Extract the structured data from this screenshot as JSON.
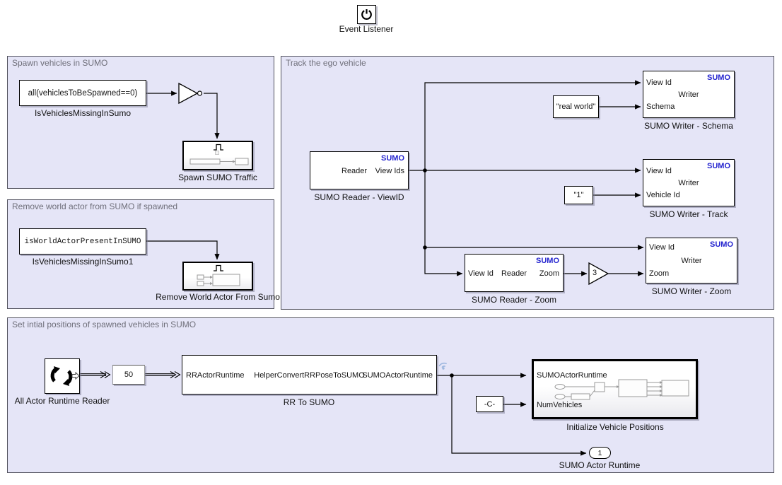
{
  "event_listener": {
    "label": "Event Listener"
  },
  "areas": {
    "spawn": {
      "title": "Spawn vehicles in SUMO"
    },
    "remove": {
      "title": "Remove world actor from SUMO if spawned"
    },
    "track": {
      "title": "Track the ego vehicle"
    },
    "init": {
      "title": "Set intial positions of spawned vehicles in SUMO"
    }
  },
  "blocks": {
    "is_missing": {
      "text": "all(vehiclesToBeSpawned==0)",
      "label": "IsVehiclesMissingInSumo"
    },
    "spawn_traffic": {
      "label": "Spawn SUMO Traffic"
    },
    "is_world": {
      "text": "isWorldActorPresentInSUMO",
      "label": "IsVehiclesMissingInSumo1"
    },
    "remove_world": {
      "label": "Remove World Actor From Sumo"
    },
    "reader_viewid": {
      "tag": "SUMO",
      "name": "Reader",
      "out": "View Ids",
      "label": "SUMO Reader - ViewID"
    },
    "real_world": {
      "text": "\"real world\""
    },
    "writer_schema": {
      "tag": "SUMO",
      "name": "Writer",
      "in1": "View Id",
      "in2": "Schema",
      "label": "SUMO Writer - Schema"
    },
    "one": {
      "text": "\"1\""
    },
    "writer_track": {
      "tag": "SUMO",
      "name": "Writer",
      "in1": "View Id",
      "in2": "Vehicle Id",
      "label": "SUMO Writer - Track"
    },
    "reader_zoom": {
      "tag": "SUMO",
      "name": "Reader",
      "in1": "View Id",
      "out": "Zoom",
      "label": "SUMO Reader - Zoom"
    },
    "gain": {
      "value": "3"
    },
    "writer_zoom": {
      "tag": "SUMO",
      "name": "Writer",
      "in1": "View Id",
      "in2": "Zoom",
      "label": "SUMO Writer - Zoom"
    },
    "actor_reader": {
      "label": "All Actor Runtime Reader"
    },
    "rate": {
      "value": "50"
    },
    "rr_to_sumo": {
      "in1": "RRActorRuntime",
      "name": "HelperConvertRRPoseToSUMO",
      "out": "SUMOActorRuntime",
      "label": "RR To SUMO"
    },
    "c_const": {
      "text": "-C-"
    },
    "init_pos": {
      "in1": "SUMOActorRuntime",
      "in2": "NumVehicles",
      "label": "Initialize Vehicle Positions"
    },
    "outport": {
      "value": "1",
      "label": "SUMO Actor Runtime"
    }
  },
  "colors": {
    "accent_blue": "#2424cf",
    "area_fill": "#e5e5f7"
  }
}
